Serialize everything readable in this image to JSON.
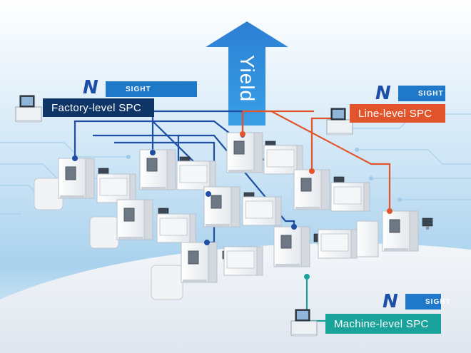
{
  "brand": {
    "logo_text": "N",
    "product": "SIGHT"
  },
  "badges": {
    "factory": {
      "label": "Factory-level SPC",
      "color": "#0f3566"
    },
    "line": {
      "label": "Line-level SPC",
      "color": "#e2542b"
    },
    "machine": {
      "label": "Machine-level SPC",
      "color": "#1aa39a"
    }
  },
  "arrow": {
    "label": "Yield",
    "color": "#2e8fd9"
  },
  "connections": {
    "factory_color": "#1f4fa3",
    "line_color": "#e2542b",
    "machine_color": "#1aa39a"
  }
}
